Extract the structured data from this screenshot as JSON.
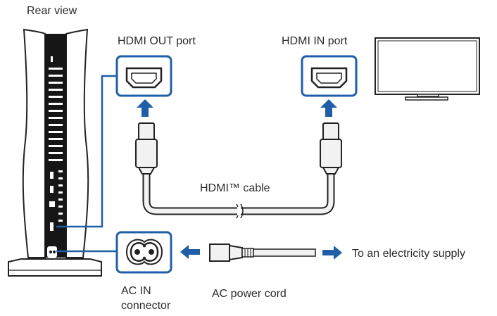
{
  "labels": {
    "rear_view": "Rear view",
    "hdmi_out_port": "HDMI OUT port",
    "hdmi_in_port": "HDMI IN port",
    "hdmi_cable": "HDMI™ cable",
    "to_electricity_supply": "To an electricity supply",
    "ac_in_connector_line1": "AC IN",
    "ac_in_connector_line2": "connector",
    "ac_power_cord": "AC power cord"
  },
  "colors": {
    "accent_blue": "#1f5fa8",
    "line": "#222222",
    "cable_fill": "#f2f2f2"
  },
  "icons": {
    "hdmi_out_port": "hdmi-port-icon",
    "hdmi_in_port": "hdmi-port-icon",
    "ac_in_connector": "figure-8-socket-icon",
    "tv": "television-icon",
    "console": "console-rear-icon"
  }
}
